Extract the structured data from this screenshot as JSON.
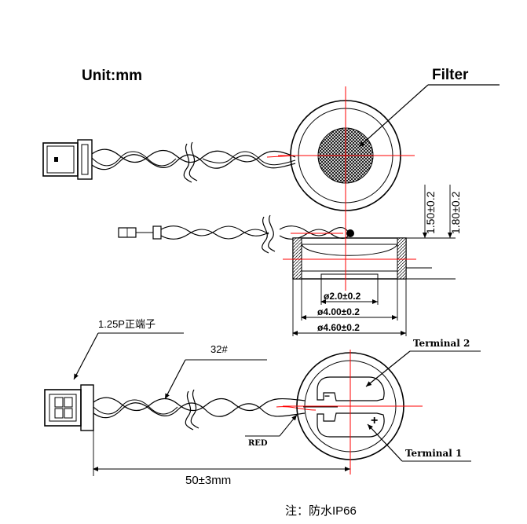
{
  "title": "Unit:mm",
  "labels": {
    "filter": "Filter",
    "dim_depth_inner": "1.50±0.2",
    "dim_depth_outer": "1.80±0.2",
    "dim_d1": "ø2.0±0.2",
    "dim_d2": "ø4.00±0.2",
    "dim_d3": "ø4.60±0.2",
    "connector": "1.25P正端子",
    "wire_gauge": "32#",
    "terminal2": "Terminal 2",
    "terminal1": "Terminal 1",
    "red_wire": "RED",
    "plus_sign": "+",
    "minus_sign": "−",
    "length": "50±3mm",
    "note": "注：防水IP66"
  }
}
